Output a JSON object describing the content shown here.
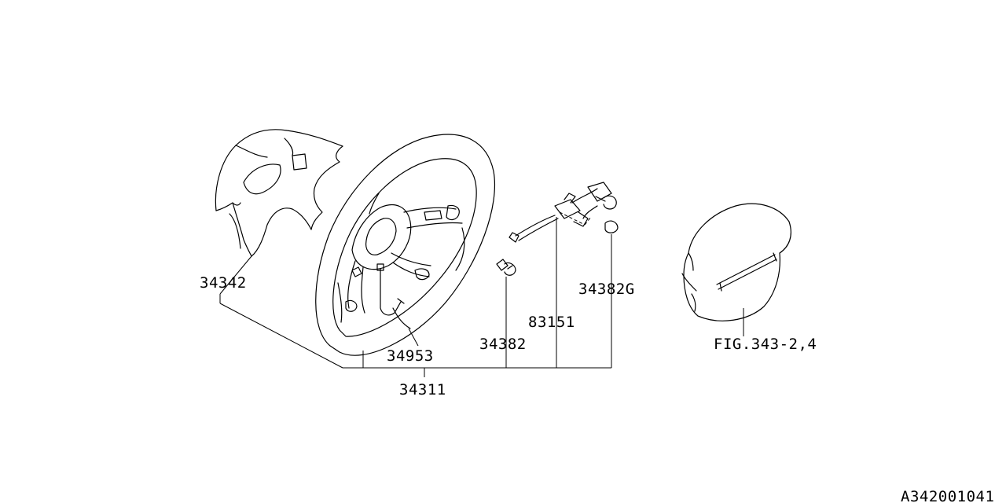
{
  "diagram": {
    "labels": {
      "p34342": "34342",
      "p34953": "34953",
      "p34311": "34311",
      "p34382": "34382",
      "p83151": "83151",
      "p34382G": "34382G",
      "fig": "FIG.343-2,4",
      "code": "A342001041"
    },
    "line_color": "#000000",
    "background": "#ffffff"
  }
}
